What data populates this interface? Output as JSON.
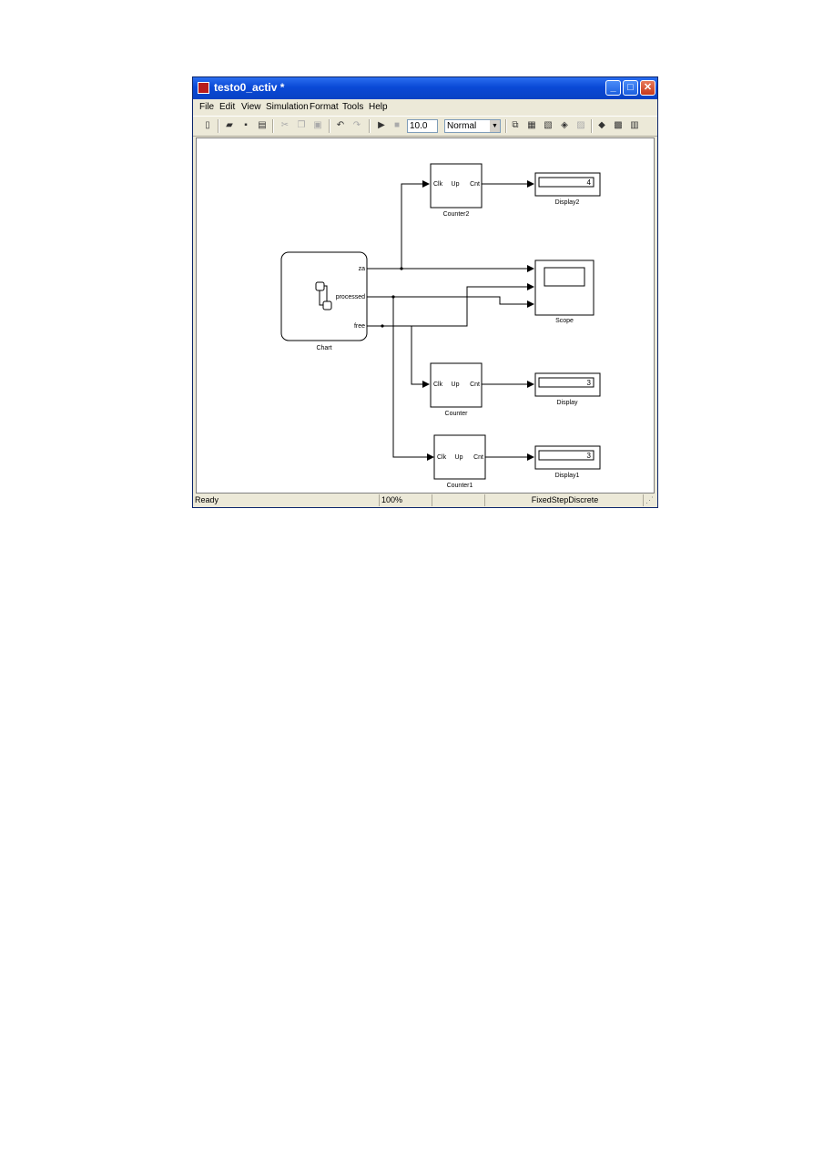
{
  "window": {
    "title": "testo0_activ *",
    "buttons": {
      "minimize": "_",
      "maximize": "□",
      "close": "✕"
    }
  },
  "menu": [
    "File",
    "Edit",
    "View",
    "Simulation",
    "Format",
    "Tools",
    "Help"
  ],
  "toolbar": {
    "stop_time": "10.0",
    "sim_mode": "Normal"
  },
  "diagram": {
    "chart": {
      "label": "Chart",
      "ports": [
        "za",
        "processed",
        "free"
      ]
    },
    "counters": [
      {
        "label": "Counter2",
        "ports": {
          "in": "Clk",
          "mid": "Up",
          "out": "Cnt"
        }
      },
      {
        "label": "Counter",
        "ports": {
          "in": "Clk",
          "mid": "Up",
          "out": "Cnt"
        }
      },
      {
        "label": "Counter1",
        "ports": {
          "in": "Clk",
          "mid": "Up",
          "out": "Cnt"
        }
      }
    ],
    "displays": [
      {
        "label": "Display2",
        "value": "4"
      },
      {
        "label": "Display",
        "value": "3"
      },
      {
        "label": "Display1",
        "value": "3"
      }
    ],
    "scope": {
      "label": "Scope"
    }
  },
  "status": {
    "state": "Ready",
    "zoom": "100%",
    "solver": "FixedStepDiscrete"
  }
}
